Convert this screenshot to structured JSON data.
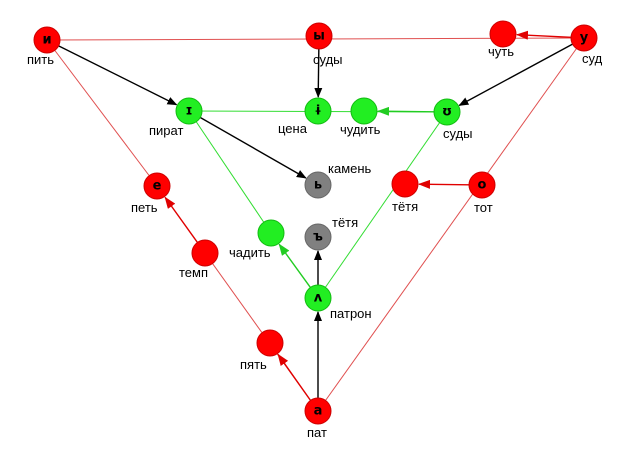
{
  "diagram": {
    "colors": {
      "red": "#ff0000",
      "green": "#22ee22",
      "gray": "#808080",
      "black": "#000000",
      "red_line": "#e05050",
      "green_line": "#33dd33"
    },
    "nodes": [
      {
        "id": "i",
        "letter": "и",
        "word": "пить",
        "color": "red"
      },
      {
        "id": "y_top",
        "letter": "ы",
        "word": "суды",
        "color": "red"
      },
      {
        "id": "chut_red",
        "letter": "",
        "word": "чуть",
        "color": "red"
      },
      {
        "id": "u",
        "letter": "у",
        "word": "суд",
        "color": "red"
      },
      {
        "id": "I",
        "letter": "ɪ",
        "word": "пират",
        "color": "green"
      },
      {
        "id": "ɨ",
        "letter": "ɨ",
        "word": "цена",
        "color": "green"
      },
      {
        "id": "chudit",
        "letter": "",
        "word": "чудить",
        "color": "green"
      },
      {
        "id": "ʊ",
        "letter": "ʊ",
        "word": "суды",
        "color": "green"
      },
      {
        "id": "soft",
        "letter": "ь",
        "word": "камень",
        "color": "gray"
      },
      {
        "id": "e",
        "letter": "е",
        "word": "петь",
        "color": "red"
      },
      {
        "id": "tyotya_red",
        "letter": "",
        "word": "тётя",
        "color": "red"
      },
      {
        "id": "o",
        "letter": "о",
        "word": "тот",
        "color": "red"
      },
      {
        "id": "temp",
        "letter": "",
        "word": "темп",
        "color": "red"
      },
      {
        "id": "chadit",
        "letter": "",
        "word": "чадить",
        "color": "green"
      },
      {
        "id": "hard",
        "letter": "ъ",
        "word": "тётя",
        "color": "gray"
      },
      {
        "id": "ʌ",
        "letter": "ʌ",
        "word": "патрон",
        "color": "green"
      },
      {
        "id": "pyat",
        "letter": "",
        "word": "пять",
        "color": "red"
      },
      {
        "id": "a",
        "letter": "а",
        "word": "пат",
        "color": "red"
      }
    ],
    "edges": [
      {
        "from": "i",
        "to": "u",
        "color": "red_line",
        "arrow": false
      },
      {
        "from": "u",
        "to": "chut_red",
        "color": "red",
        "arrow": true
      },
      {
        "from": "i",
        "to": "I",
        "color": "black",
        "arrow": true
      },
      {
        "from": "y_top",
        "to": "ɨ",
        "color": "black",
        "arrow": true
      },
      {
        "from": "u",
        "to": "ʊ",
        "color": "black",
        "arrow": true
      },
      {
        "from": "I",
        "to": "ʊ",
        "color": "green_line",
        "arrow": false
      },
      {
        "from": "ʊ",
        "to": "chudit",
        "color": "green",
        "arrow": true
      },
      {
        "from": "I",
        "to": "soft",
        "color": "black",
        "arrow": true
      },
      {
        "from": "I",
        "to": "chadit",
        "color": "green_line",
        "arrow": false
      },
      {
        "from": "ʊ",
        "to": "ʌ",
        "color": "green_line",
        "arrow": false
      },
      {
        "from": "ʌ",
        "to": "chadit",
        "color": "green",
        "arrow": true
      },
      {
        "from": "ʌ",
        "to": "hard",
        "color": "black",
        "arrow": true
      },
      {
        "from": "a",
        "to": "ʌ",
        "color": "black",
        "arrow": true
      },
      {
        "from": "i",
        "to": "e",
        "color": "red_line",
        "arrow": false
      },
      {
        "from": "temp",
        "to": "e",
        "color": "red",
        "arrow": true
      },
      {
        "from": "a",
        "to": "temp",
        "color": "red_line",
        "arrow": false
      },
      {
        "from": "a",
        "to": "pyat",
        "color": "red",
        "arrow": true
      },
      {
        "from": "u",
        "to": "a",
        "color": "red_line",
        "arrow": false
      },
      {
        "from": "o",
        "to": "tyotya_red",
        "color": "red",
        "arrow": true
      }
    ]
  }
}
